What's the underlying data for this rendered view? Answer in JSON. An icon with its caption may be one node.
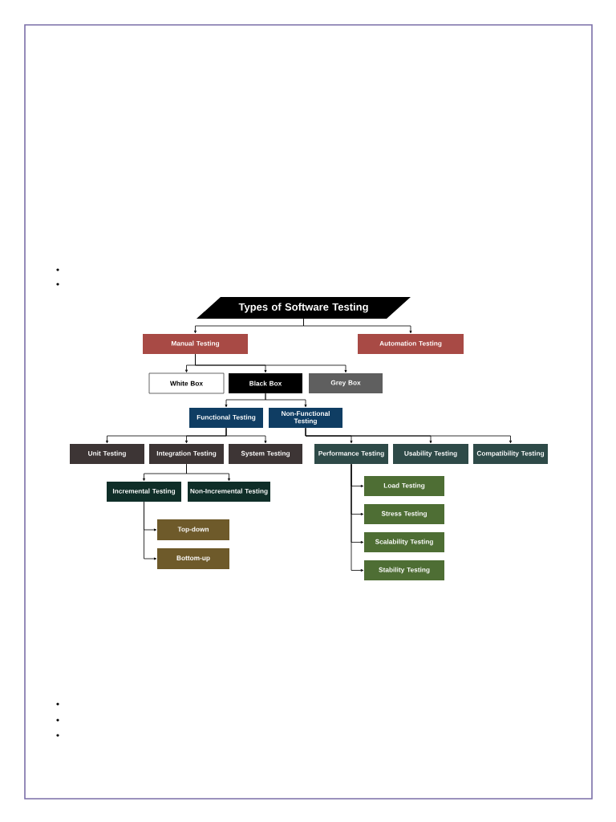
{
  "diagram": {
    "nodes": [
      {
        "text": [
          "Types of Software Testing"
        ]
      },
      {
        "text": [
          "Manual Testing"
        ]
      },
      {
        "text": [
          "Automation Testing"
        ]
      },
      {
        "text": [
          "White Box"
        ]
      },
      {
        "text": [
          "Black Box"
        ]
      },
      {
        "text": [
          "Grey Box"
        ]
      },
      {
        "text": [
          "Functional Testing"
        ]
      },
      {
        "text": [
          "Non-Functional Testing"
        ]
      },
      {
        "text": [
          "Unit Testing"
        ]
      },
      {
        "text": [
          "Integration Testing"
        ]
      },
      {
        "text": [
          "System Testing"
        ]
      },
      {
        "text": [
          "Performance Testing"
        ]
      },
      {
        "text": [
          "Usability Testing"
        ]
      },
      {
        "text": [
          "Compatibility Testing"
        ]
      },
      {
        "text": [
          "Incremental Testing"
        ]
      },
      {
        "text": [
          "Non-Incremental Testing"
        ]
      },
      {
        "text": [
          "Top-down"
        ]
      },
      {
        "text": [
          "Bottom-up"
        ]
      },
      {
        "text": [
          "Load Testing"
        ]
      },
      {
        "text": [
          "Stress Testing"
        ]
      },
      {
        "text": [
          "Scalability Testing"
        ]
      },
      {
        "text": [
          "Stability Testing"
        ]
      }
    ],
    "edges": [
      {
        "from": 0,
        "to": 1,
        "arrow": "to"
      },
      {
        "from": 0,
        "to": 2,
        "arrow": "to"
      },
      {
        "from": 1,
        "to": 3,
        "arrow": "to"
      },
      {
        "from": 1,
        "to": 4,
        "arrow": "to"
      },
      {
        "from": 1,
        "to": 5,
        "arrow": "to"
      },
      {
        "from": 4,
        "to": 6,
        "arrow": "to"
      },
      {
        "from": 4,
        "to": 7,
        "arrow": "to"
      },
      {
        "from": 6,
        "to": 8,
        "arrow": "to"
      },
      {
        "from": 6,
        "to": 9,
        "arrow": "to"
      },
      {
        "from": 6,
        "to": 10,
        "arrow": "to"
      },
      {
        "from": 7,
        "to": 11,
        "arrow": "to"
      },
      {
        "from": 7,
        "to": 12,
        "arrow": "to"
      },
      {
        "from": 7,
        "to": 13,
        "arrow": "to"
      },
      {
        "from": 9,
        "to": 14,
        "arrow": "to"
      },
      {
        "from": 9,
        "to": 15,
        "arrow": "to"
      },
      {
        "from": 14,
        "to": 16,
        "arrow": "to"
      },
      {
        "from": 14,
        "to": 17,
        "arrow": "to"
      },
      {
        "from": 11,
        "to": 18,
        "arrow": "to"
      },
      {
        "from": 11,
        "to": 19,
        "arrow": "to"
      },
      {
        "from": 11,
        "to": 20,
        "arrow": "to"
      },
      {
        "from": 11,
        "to": 21,
        "arrow": "to"
      }
    ]
  }
}
